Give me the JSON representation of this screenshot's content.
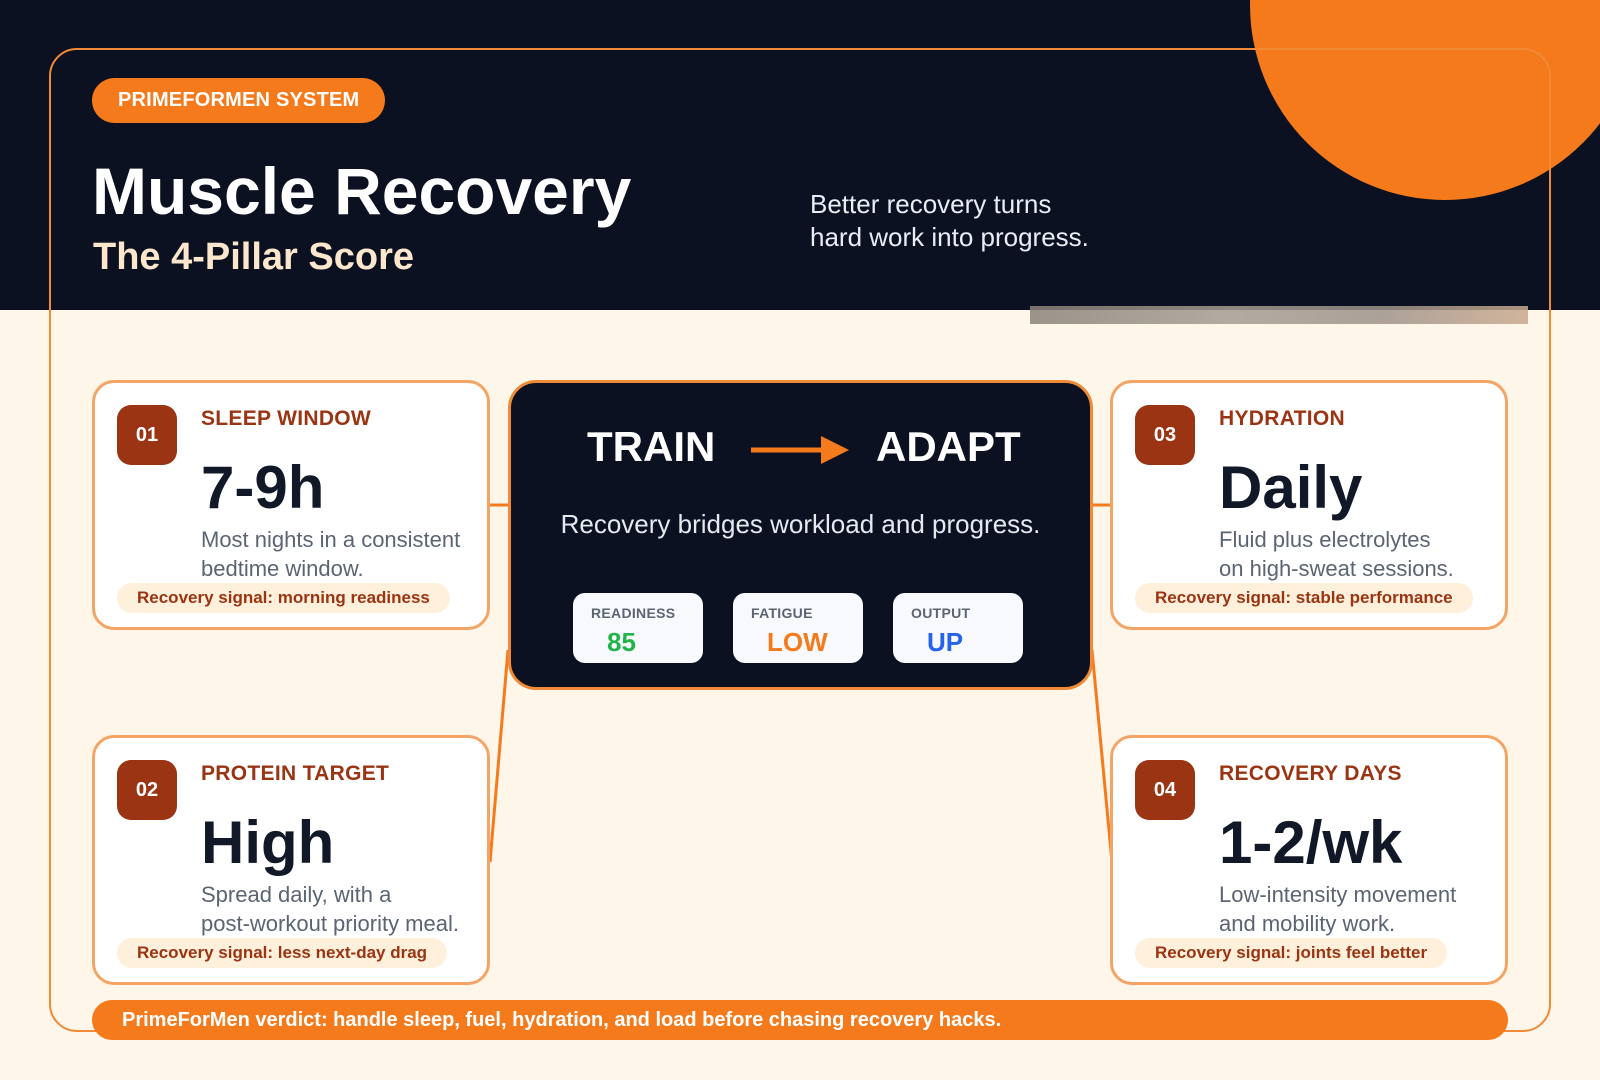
{
  "header": {
    "tag": "PRIMEFORMEN SYSTEM",
    "title": "Muscle Recovery",
    "subtitle": "The 4-Pillar Score",
    "tagline_line1": "Better recovery turns",
    "tagline_line2": "hard work into progress."
  },
  "pillars": [
    {
      "number": "01",
      "label": "SLEEP WINDOW",
      "value": "7-9h",
      "desc_line1": "Most nights in a consistent",
      "desc_line2": "bedtime window.",
      "signal": "Recovery signal: morning readiness"
    },
    {
      "number": "02",
      "label": "PROTEIN TARGET",
      "value": "High",
      "desc_line1": "Spread daily, with a",
      "desc_line2": "post-workout priority meal.",
      "signal": "Recovery signal: less next-day drag"
    },
    {
      "number": "03",
      "label": "HYDRATION",
      "value": "Daily",
      "desc_line1": "Fluid plus electrolytes",
      "desc_line2": "on high-sweat sessions.",
      "signal": "Recovery signal: stable performance"
    },
    {
      "number": "04",
      "label": "RECOVERY DAYS",
      "value": "1-2/wk",
      "desc_line1": "Low-intensity movement",
      "desc_line2": "and mobility work.",
      "signal": "Recovery signal: joints feel better"
    }
  ],
  "center": {
    "from": "TRAIN",
    "to": "ADAPT",
    "arrow_icon": "arrow-right-icon",
    "caption": "Recovery bridges workload and progress.",
    "metrics": [
      {
        "label": "READINESS",
        "value": "85",
        "color": "#22b34a"
      },
      {
        "label": "FATIGUE",
        "value": "LOW",
        "color": "#f47a1c"
      },
      {
        "label": "OUTPUT",
        "value": "UP",
        "color": "#2563eb"
      }
    ]
  },
  "verdict": "PrimeForMen verdict: handle sleep, fuel, hydration, and load before chasing recovery hacks.",
  "colors": {
    "accent": "#f47a1c",
    "dark": "#0b1120",
    "cream": "#fff6ea",
    "rust": "#9a3412"
  }
}
